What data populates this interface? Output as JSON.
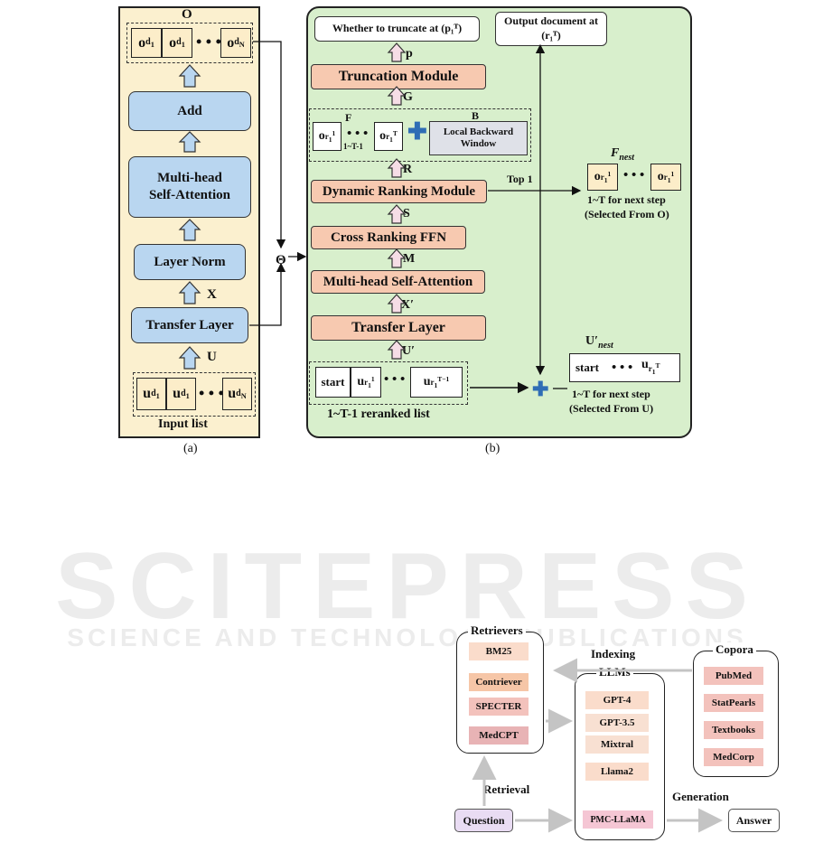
{
  "panel_a": {
    "caption": "(a)",
    "output_label": "O",
    "output_cells": [
      "o_{d1}",
      "o_{d1}",
      "o_{dN}"
    ],
    "add": "Add",
    "mhsa": "Multi-head Self-Attention",
    "layer_norm": "Layer Norm",
    "x_label": "X",
    "transfer": "Transfer Layer",
    "u_label": "U",
    "input_cells": [
      "u_{d1}",
      "u_{d1}",
      "u_{dN}"
    ],
    "input_label": "Input list"
  },
  "theta": "Θ",
  "panel_b": {
    "caption": "(b)",
    "whether": "Whether to truncate at (p₁ᵀ)",
    "p_label": "p",
    "truncation": "Truncation Module",
    "g_label": "G",
    "f_label": "F",
    "f_range": "1~T-1",
    "b_label": "B",
    "local_window": "Local Backward Window",
    "r_label": "R",
    "dynamic": "Dynamic Ranking Module",
    "top1": "Top 1",
    "s_label": "S",
    "cross": "Cross Ranking FFN",
    "m_label": "M",
    "mhsa": "Multi-head Self-Attention",
    "xprime_label": "X′",
    "transfer": "Transfer Layer",
    "uprime_label": "U′",
    "start": "start",
    "reranked": "1~T-1 reranked list",
    "output_doc": "Output document at (r₁ᵀ)",
    "fnest_label": "F_nest",
    "fnest_line1": "1~T for next step",
    "fnest_line2": "(Selected From O)",
    "unest_label": "U′_nest",
    "unest_line1": "1~T for next step",
    "unest_line2": "(Selected From U)"
  },
  "watermark": {
    "big": "SCITEPRESS",
    "small": "SCIENCE AND TECHNOLOGY PUBLICATIONS"
  },
  "rag": {
    "retrievers_title": "Retrievers",
    "retrievers": [
      "BM25",
      "Contriever",
      "SPECTER",
      "MedCPT"
    ],
    "indexing": "Indexing",
    "copora_title": "Copora",
    "copora": [
      "PubMed",
      "StatPearls",
      "Textbooks",
      "MedCorp"
    ],
    "llms_title": "LLMs",
    "llms": [
      "GPT-4",
      "GPT-3.5",
      "Mixtral",
      "Llama2",
      "PMC-LLaMA"
    ],
    "retrieval": "Retrieval",
    "generation": "Generation",
    "question": "Question",
    "answer": "Answer"
  },
  "colors": {
    "panel_a_bg": "#fbf0cf",
    "panel_b_bg": "#d8efcc",
    "module_blue": "#b9d6f0",
    "module_orange": "#f7c9b0",
    "plus_blue": "#2f6db5"
  }
}
